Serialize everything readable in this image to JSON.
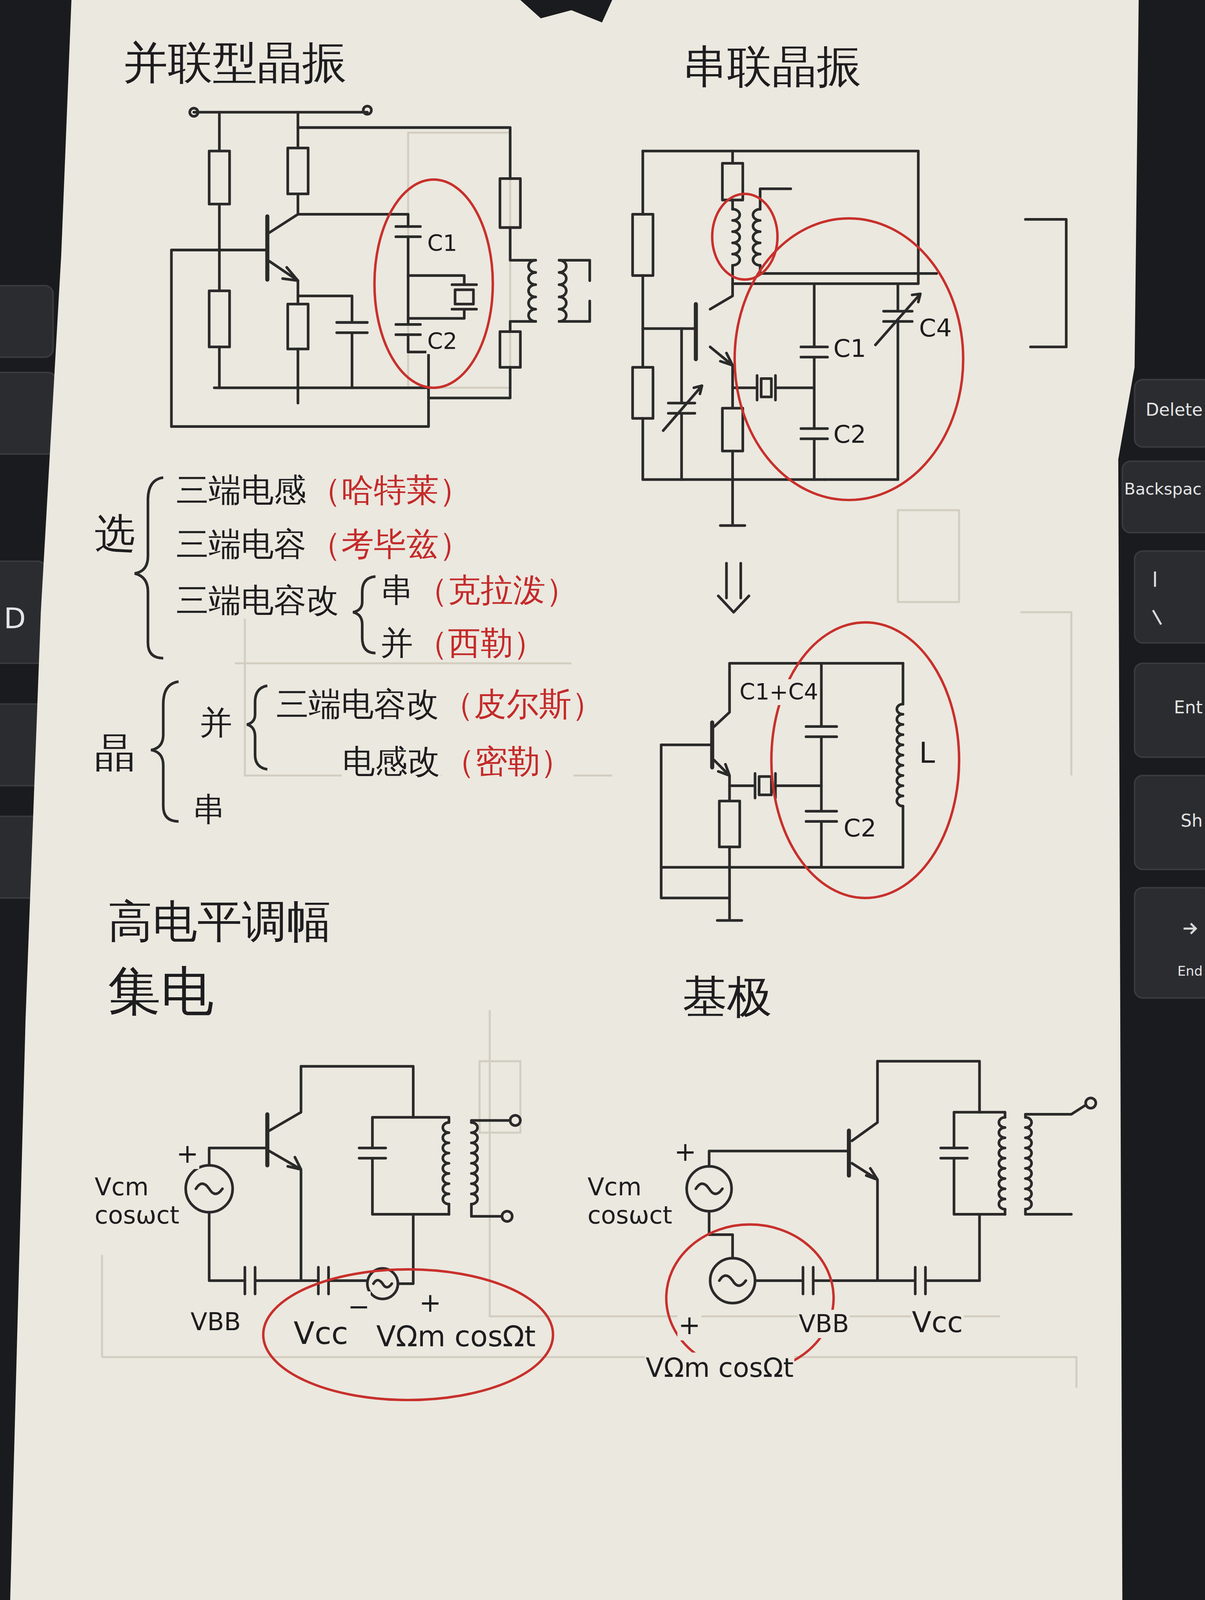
{
  "diagram": {
    "labels": [
      "并联型晶振",
      "串联晶振",
      "C1",
      "C2",
      "C4",
      "C1",
      "C2",
      "选",
      "三端电感",
      "（哈特莱）",
      "三端电容",
      "（考毕兹）",
      "三端电容改",
      "串",
      "（克拉泼）",
      "并",
      "（西勒）",
      "晶",
      "并",
      "三端电容改",
      "（皮尔斯）",
      "电感改",
      "（密勒）",
      "串",
      "C1+C4",
      "L",
      "C2",
      "高电平调幅",
      "集电",
      "基极",
      "+",
      "Vcm cosωct",
      "VBB",
      "Vcc",
      "−",
      "+",
      "VΩm cosΩt",
      "+",
      "Vcm cosωct",
      "+",
      "VΩm cosΩt",
      "VBB",
      "Vcc",
      "Delete",
      "Backspac",
      "Ent",
      "Sh",
      "End",
      "D"
    ]
  }
}
